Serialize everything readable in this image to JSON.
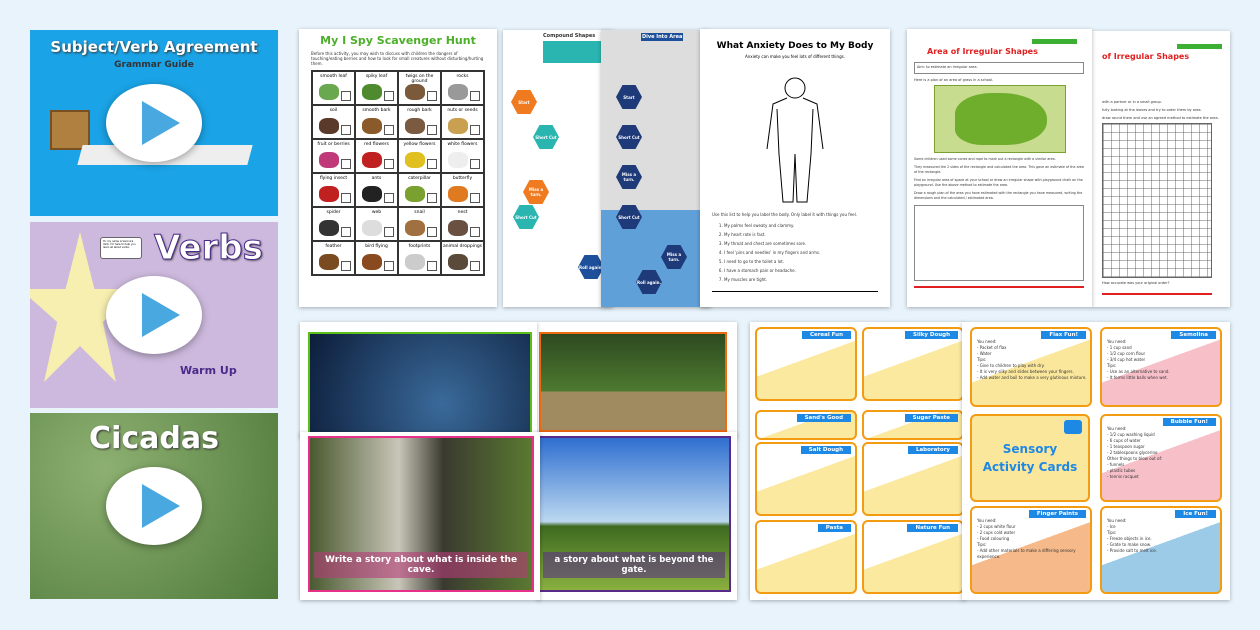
{
  "videos": [
    {
      "title": "Subject/Verb Agreement",
      "subtitle": "Grammar Guide",
      "bg": "#1aa3e6"
    },
    {
      "title": "Verbs",
      "subtitle": "Warm Up",
      "bg": "#cdb9dd",
      "speech": "Hi, my name is Veronica Verb. I'm here to help you learn all about verbs."
    },
    {
      "title": "Cicadas",
      "bg": "#7a9d63"
    }
  ],
  "ispy": {
    "title": "My I Spy Scavenger Hunt",
    "intro": "Before this activity, you may wish to discuss with children the dangers of touching/eating berries and how to look for small creatures without disturbing/hurting them.",
    "items": [
      "smooth leaf",
      "spiky leaf",
      "twigs on the ground",
      "rocks",
      "soil",
      "smooth bark",
      "rough bark",
      "nuts or seeds",
      "fruit or berries",
      "red flowers",
      "yellow flowers",
      "white flowers",
      "flying insect",
      "ants",
      "caterpillar",
      "butterfly",
      "spider",
      "web",
      "snail",
      "nest",
      "feather",
      "bird flying",
      "footprints",
      "animal droppings"
    ]
  },
  "games": [
    {
      "title": "Compound Shapes",
      "labels": [
        "Start",
        "Short Cut",
        "Miss a turn.",
        "Short Cut",
        "Roll again."
      ]
    },
    {
      "title": "Dive Into Area",
      "labels": [
        "Start",
        "Short Cut",
        "Miss a turn.",
        "Short Cut",
        "Miss a turn.",
        "Roll again."
      ]
    }
  ],
  "anxiety": {
    "title": "What Anxiety Does to My Body",
    "subtitle": "Anxiety can make you feel lots of different things.",
    "instruction": "Use this list to help you label the body. Only label it with things you feel.",
    "items": [
      "My palms feel sweaty and clammy.",
      "My heart rate is fast.",
      "My throat and chest are sometimes sore.",
      "I feel 'pins and needles' in my fingers and arms.",
      "I need to go to the toilet a lot.",
      "I have a stomach pain or headache.",
      "My muscles are tight."
    ]
  },
  "area": {
    "title": "Area of Irregular Shapes",
    "aim": "Aim: to estimate an irregular area.",
    "plan": "Here is a plan of an area of grass in a school.",
    "paras": [
      "Some children used some cones and rope to mark out a rectangle with a similar area.",
      "They measured the 2 sides of the rectangle and calculated the area. This gave an estimate of the area of the rectangle.",
      "Find an irregular area of space at your school or draw an irregular shape with playground chalk on the playground. Use the above method to estimate the area.",
      "Draw a rough plan of the area you have estimated with the rectangle you have measured, writing the dimensions and the calculated / estimated area."
    ],
    "page2_title": "of Irregular Shapes",
    "page2_lines": [
      "with a partner or in a small group.",
      "fully looking at the leaves and try to order them by area.",
      "draw round them and use an agreed method to estimate the area."
    ],
    "page2_footer": "How accurate was your original order?"
  },
  "stories": [
    {
      "border": "#5bbf1a"
    },
    {
      "border": "#f06a10"
    },
    {
      "border": "#e8308a",
      "caption": "Write a story about what is inside the cave."
    },
    {
      "border": "#5a2a8a",
      "caption": "a story about what is beyond the gate."
    }
  ],
  "sensory": {
    "cover_title_1": "Sensory",
    "cover_title_2": "Activity Cards",
    "back_cards": [
      "Cereal Fun",
      "Silky Dough",
      "Sand's Good",
      "Sugar Paste",
      "Salt Dough",
      "Laboratory",
      "Pasta",
      "Nature Fun"
    ],
    "front_cards": [
      {
        "title": "Flax Fun!",
        "text": "You need:\n- Packet of flax\n- Water\nTips:\n- Give to children to play with dry.\n- It is very silky and slides between your fingers.\n- Add water and boil to make a very glutinous mixture."
      },
      {
        "title": "Semolina",
        "text": "You need:\n- 1 cup sand\n- 1/2 cup corn flour\n- 3/4 cup hot water\nTips:\n- Use as an alternative to sand.\n- It forms little balls when wet."
      },
      {
        "title": "Bubble Fun!",
        "text": "You need:\n- 1/2 cup washing liquid\n- 6 cups of water\n- 1 teaspoon sugar\n- 2 tablespoons glycerine\nOther things to blow out of:\n- funnels\n- plastic tubes\n- tennis racquet"
      },
      {
        "title": "Finger Paints",
        "text": "You need:\n- 2 cups white flour\n- 2 cups cold water\n- Food colouring\nTips:\n- Add other materials to make a differing sensory experience."
      },
      {
        "title": "Ice Fun!",
        "text": "You need:\n- Ice\nTips:\n- Freeze objects in ice.\n- Grate to make snow.\n- Provide salt to melt ice."
      }
    ]
  }
}
